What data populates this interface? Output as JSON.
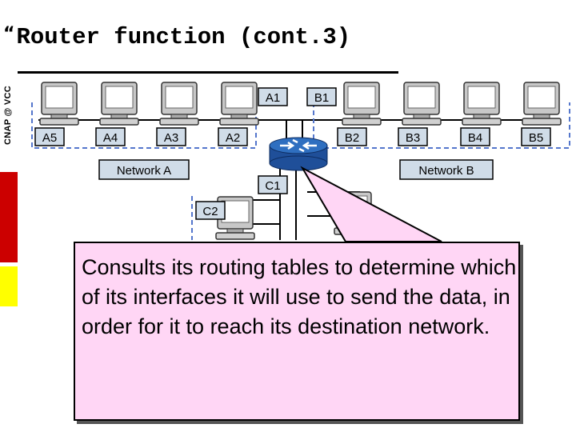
{
  "title": {
    "bullet": "“",
    "text": "Router function (cont.3)"
  },
  "side_label": "CNAP @ VCC",
  "side_bar_colors": [
    "#ffffff",
    "#cc0000",
    "#ffff00",
    "#ffffff"
  ],
  "colors": {
    "diagram_background": "#ffffff",
    "label_box_fill": "#d0dce8",
    "label_box_border": "#000000",
    "callout_fill": "#ffd6f5",
    "router_fill": "#2f6fc0",
    "computer_fill": "#c8c8c8",
    "screen_fill": "#ffffff",
    "network_dash": "#5577cc"
  },
  "diagram": {
    "top_hosts": [
      "A5",
      "A4",
      "A3",
      "A2",
      "A1",
      "B1",
      "B2",
      "B3",
      "B4",
      "B5"
    ],
    "network_a_label": "Network A",
    "network_b_label": "Network B",
    "c_hosts": [
      "C1",
      "C2"
    ],
    "router_icon": "router-icon",
    "computer_icon": "computer-icon"
  },
  "callout": {
    "text": "Consults its routing tables to determine which of its interfaces it will use to send the data, in order for it to reach its destination network."
  }
}
